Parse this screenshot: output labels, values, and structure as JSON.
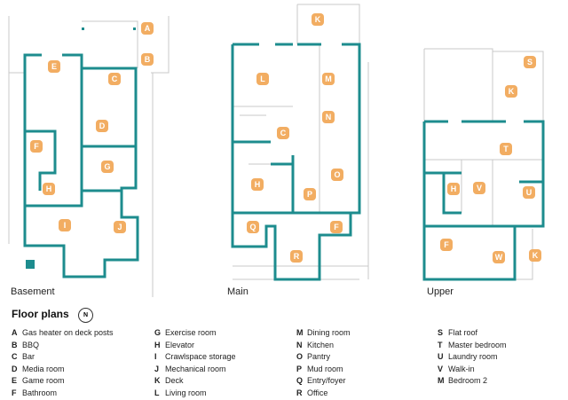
{
  "colors": {
    "wall": "#1d8c8e",
    "marker": "#f2ad62",
    "line": "#c8c8c8"
  },
  "plans": [
    {
      "name": "Basement",
      "markers": [
        "A",
        "B",
        "C",
        "D",
        "E",
        "F",
        "G",
        "H",
        "I",
        "J"
      ]
    },
    {
      "name": "Main",
      "markers": [
        "K",
        "L",
        "M",
        "N",
        "C",
        "H",
        "O",
        "P",
        "F",
        "Q",
        "R"
      ]
    },
    {
      "name": "Upper",
      "markers": [
        "S",
        "K",
        "T",
        "H",
        "V",
        "U",
        "F",
        "W",
        "K"
      ]
    }
  ],
  "legend": {
    "title": "Floor plans",
    "north": "N",
    "columns": [
      [
        {
          "key": "A",
          "label": "Gas heater on deck posts"
        },
        {
          "key": "B",
          "label": "BBQ"
        },
        {
          "key": "C",
          "label": "Bar"
        },
        {
          "key": "D",
          "label": "Media room"
        },
        {
          "key": "E",
          "label": "Game room"
        },
        {
          "key": "F",
          "label": "Bathroom"
        }
      ],
      [
        {
          "key": "G",
          "label": "Exercise room"
        },
        {
          "key": "H",
          "label": "Elevator"
        },
        {
          "key": "I",
          "label": "Crawlspace storage"
        },
        {
          "key": "J",
          "label": "Mechanical room"
        },
        {
          "key": "K",
          "label": "Deck"
        },
        {
          "key": "L",
          "label": "Living room"
        }
      ],
      [
        {
          "key": "M",
          "label": "Dining room"
        },
        {
          "key": "N",
          "label": "Kitchen"
        },
        {
          "key": "O",
          "label": "Pantry"
        },
        {
          "key": "P",
          "label": "Mud room"
        },
        {
          "key": "Q",
          "label": "Entry/foyer"
        },
        {
          "key": "R",
          "label": "Office"
        }
      ],
      [
        {
          "key": "S",
          "label": "Flat roof"
        },
        {
          "key": "T",
          "label": "Master bedroom"
        },
        {
          "key": "U",
          "label": "Laundry room"
        },
        {
          "key": "V",
          "label": "Walk-in"
        },
        {
          "key": "M",
          "label": "Bedroom 2"
        }
      ]
    ]
  }
}
